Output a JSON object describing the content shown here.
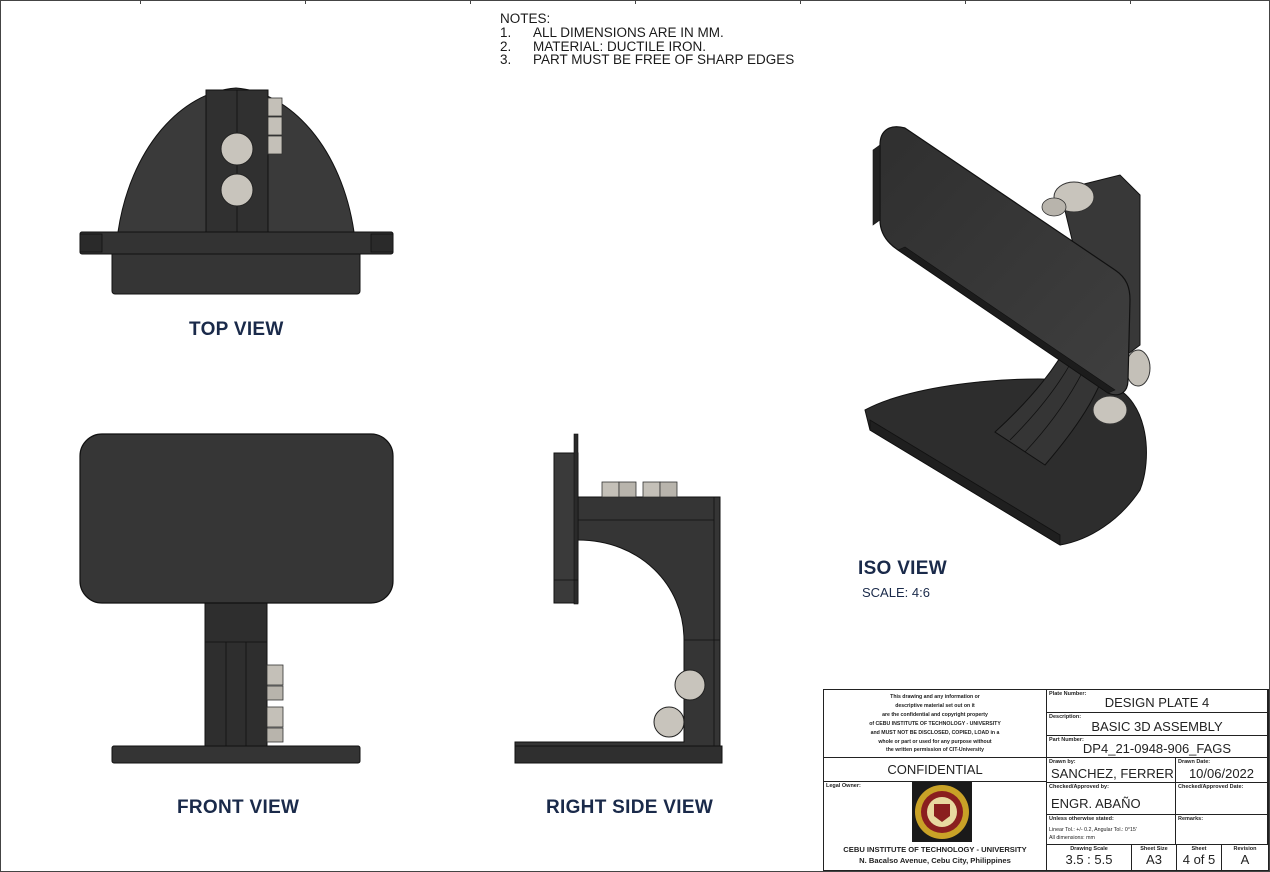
{
  "notes": {
    "heading": "NOTES:",
    "items": [
      {
        "num": "1.",
        "text": "ALL DIMENSIONS ARE IN MM."
      },
      {
        "num": "2.",
        "text": "MATERIAL: DUCTILE IRON."
      },
      {
        "num": "3.",
        "text": "PART MUST BE FREE OF SHARP EDGES"
      }
    ]
  },
  "views": {
    "top": "TOP VIEW",
    "front": "FRONT VIEW",
    "right": "RIGHT SIDE VIEW",
    "iso": "ISO VIEW",
    "iso_scale": "SCALE: 4:6"
  },
  "title_block": {
    "disclaimer": [
      "This drawing and any information or",
      "descriptive material set out on it",
      "are the confidential and copyright property",
      "of CEBU INSTITUTE OF TECHNOLOGY - UNIVERSITY",
      "and MUST NOT BE DISCLOSED, COPIED, LOAD in a",
      "whole or part or used for any purpose without",
      "the written permission of CIT-University"
    ],
    "confidential": "CONFIDENTIAL",
    "legal_owner_caption": "Legal Owner:",
    "school_name": "CEBU INSTITUTE OF TECHNOLOGY - UNIVERSITY",
    "school_address": "N. Bacalso Avenue, Cebu City, Philippines",
    "plate_number_caption": "Plate Number:",
    "plate_number": "DESIGN PLATE 4",
    "description_caption": "Description:",
    "description": "BASIC 3D ASSEMBLY",
    "part_number_caption": "Part Number:",
    "part_number": "DP4_21-0948-906_FAGS",
    "drawn_by_caption": "Drawn by:",
    "drawn_by": "SANCHEZ, FERRER",
    "drawn_date_caption": "Drawn Date:",
    "drawn_date": "10/06/2022",
    "checked_caption": "Checked/Approved by:",
    "checked_by": "ENGR. ABAÑO",
    "checked_date_caption": "Checked/Approved Date:",
    "tolerance_caption": "Unless otherwise stated:",
    "tolerance_line1": "Linear Tol.: +/- 0.2, Angular Tol.: 0°15'",
    "tolerance_line2": "All dimensions: mm",
    "remarks_caption": "Remarks:",
    "drawing_scale_caption": "Drawing Scale",
    "drawing_scale": "3.5 : 5.5",
    "sheet_size_caption": "Sheet Size",
    "sheet_size": "A3",
    "sheet_caption": "Sheet",
    "sheet": "4 of 5",
    "revision_caption": "Revision",
    "revision": "A"
  },
  "colors": {
    "part_fill": "#3a3a3a",
    "part_dark": "#262626",
    "bolt_fill": "#c8c4bc",
    "label_color": "#1a2a4a"
  }
}
